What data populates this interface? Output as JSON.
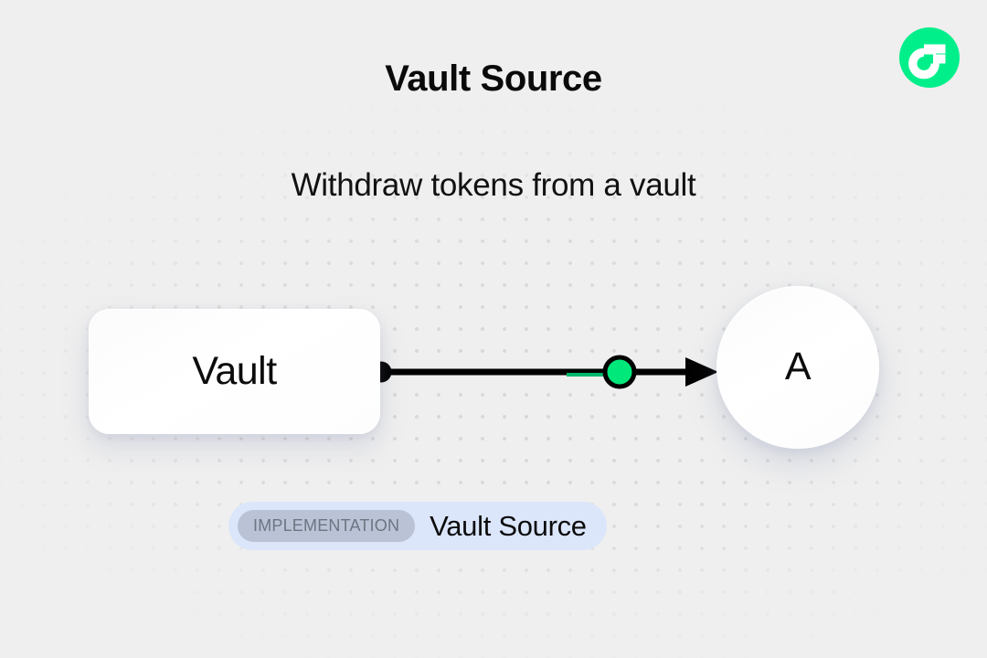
{
  "page": {
    "title": "Vault Source",
    "subtitle": "Withdraw tokens from a vault",
    "background_color": "#efefef",
    "dot_grid_color": "#d9d9d9"
  },
  "brand": {
    "logo_name": "flow-logo",
    "logo_color": "#00ef8b",
    "mark_color": "#ffffff"
  },
  "diagram": {
    "nodes": [
      {
        "id": "vault",
        "label": "Vault",
        "shape": "rounded-rect"
      },
      {
        "id": "a",
        "label": "A",
        "shape": "circle"
      }
    ],
    "edge": {
      "from": "vault",
      "to": "a",
      "source_handle_color": "#000000",
      "line_color": "#000000",
      "marker_color": "#00e879",
      "marker_stroke_color": "#000000",
      "highlight_color": "#00b86b",
      "arrow_color": "#000000"
    }
  },
  "implementation": {
    "badge_label": "IMPLEMENTATION",
    "name": "Vault Source",
    "pill_color": "#dce6fb",
    "chip_color": "#b9c3d5",
    "chip_text_color": "#6d7582"
  }
}
